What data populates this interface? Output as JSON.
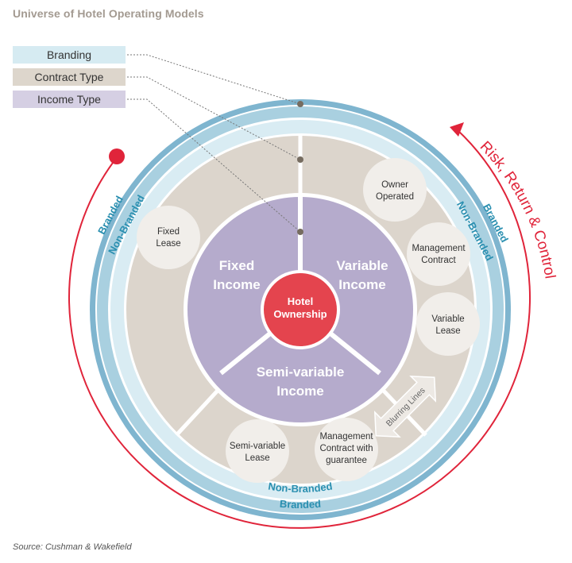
{
  "title": "Universe of Hotel Operating Models",
  "legend": {
    "branding": "Branding",
    "contract_type": "Contract Type",
    "income_type": "Income Type"
  },
  "center": {
    "line1": "Hotel",
    "line2": "Ownership"
  },
  "income": {
    "fixed": {
      "line1": "Fixed",
      "line2": "Income"
    },
    "variable": {
      "line1": "Variable",
      "line2": "Income"
    },
    "semi": {
      "line1": "Semi-variable",
      "line2": "Income"
    }
  },
  "contracts": {
    "fixed_lease": {
      "line1": "Fixed",
      "line2": "Lease"
    },
    "owner_operated": {
      "line1": "Owner",
      "line2": "Operated"
    },
    "management_contract": {
      "line1": "Management",
      "line2": "Contract"
    },
    "variable_lease": {
      "line1": "Variable",
      "line2": "Lease"
    },
    "semi_variable_lease": {
      "line1": "Semi-variable",
      "line2": "Lease"
    },
    "mgmt_guarantee": {
      "line1": "Management",
      "line2": "Contract with",
      "line3": "guarantee"
    }
  },
  "rings": {
    "branded": "Branded",
    "non_branded": "Non-Branded"
  },
  "blurring_lines": "Blurring Lines",
  "risk_return": "Risk, Return & Control",
  "source": "Source: Cushman & Wakefield",
  "colors": {
    "outer_ring": "#7fb5cf",
    "inner_ring": "#d9ecf3",
    "contract_area": "#dcd5cc",
    "income_area": "#b5abcc",
    "center": "#e4444e",
    "accent_red": "#e0243a",
    "ring_text": "#2a8fb0"
  }
}
